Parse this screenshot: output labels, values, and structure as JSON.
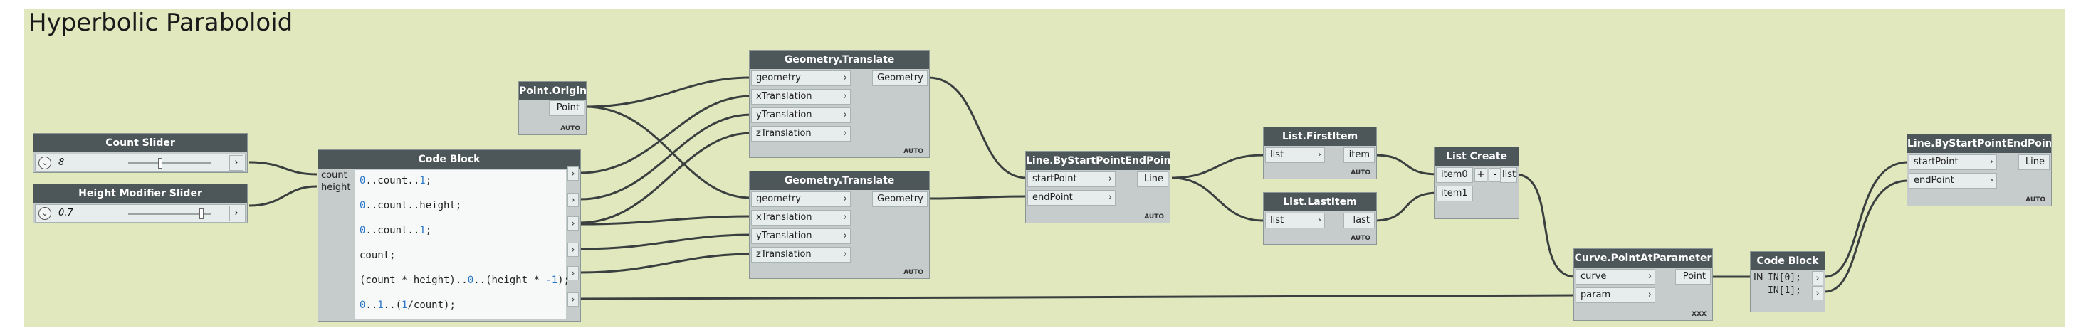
{
  "group": {
    "title": "Hyperbolic Paraboloid"
  },
  "nodes": {
    "count_slider": {
      "title": "Count Slider",
      "value": "8",
      "toggle_icon": "chevron-down-icon",
      "out_icon": "output-arrow-icon"
    },
    "height_slider": {
      "title": "Height Modifier Slider",
      "value": "0.7",
      "toggle_icon": "chevron-down-icon",
      "out_icon": "output-arrow-icon"
    },
    "code_block": {
      "title": "Code Block",
      "inputs": [
        "count",
        "height"
      ],
      "lines": [
        [
          "0",
          "..count..",
          "1",
          ";"
        ],
        [
          "0",
          "..count..height;",
          "",
          ""
        ],
        [
          "0",
          "..count..",
          "1",
          ";"
        ],
        [
          "count;",
          "",
          "",
          ""
        ],
        [
          "(count * height)..",
          "0",
          "..(height * ",
          "-1",
          ");"
        ],
        [
          "0",
          "..",
          "1",
          "..(",
          "1",
          "/count);"
        ]
      ]
    },
    "point_origin": {
      "title": "Point.Origin",
      "output": "Point",
      "lacing": "AUTO"
    },
    "translate_1": {
      "title": "Geometry.Translate",
      "inputs": [
        "geometry",
        "xTranslation",
        "yTranslation",
        "zTranslation"
      ],
      "output": "Geometry",
      "lacing": "AUTO"
    },
    "translate_2": {
      "title": "Geometry.Translate",
      "inputs": [
        "geometry",
        "xTranslation",
        "yTranslation",
        "zTranslation"
      ],
      "output": "Geometry",
      "lacing": "AUTO"
    },
    "line_1": {
      "title": "Line.ByStartPointEndPoint",
      "inputs": [
        "startPoint",
        "endPoint"
      ],
      "output": "Line",
      "lacing": "AUTO"
    },
    "first_item": {
      "title": "List.FirstItem",
      "inputs": [
        "list"
      ],
      "output": "item",
      "lacing": "AUTO"
    },
    "last_item": {
      "title": "List.LastItem",
      "inputs": [
        "list"
      ],
      "output": "last",
      "lacing": "AUTO"
    },
    "list_create": {
      "title": "List Create",
      "inputs": [
        "item0",
        "item1"
      ],
      "add": "+",
      "remove": "-",
      "output": "list"
    },
    "point_at_param": {
      "title": "Curve.PointAtParameter",
      "inputs": [
        "curve",
        "param"
      ],
      "output": "Point",
      "lacing": "XXX"
    },
    "code_block_2": {
      "title": "Code Block",
      "input": "IN",
      "lines": [
        "IN[0];",
        "IN[1];"
      ]
    },
    "line_2": {
      "title": "Line.ByStartPointEndPoint",
      "inputs": [
        "startPoint",
        "endPoint"
      ],
      "output": "Line",
      "lacing": "AUTO"
    }
  },
  "colors": {
    "group_bg": "#e1e8bd",
    "node_header": "#4d5659",
    "node_body": "#c6cccc",
    "wire": "#3a3f40",
    "number": "#2a76c6"
  }
}
